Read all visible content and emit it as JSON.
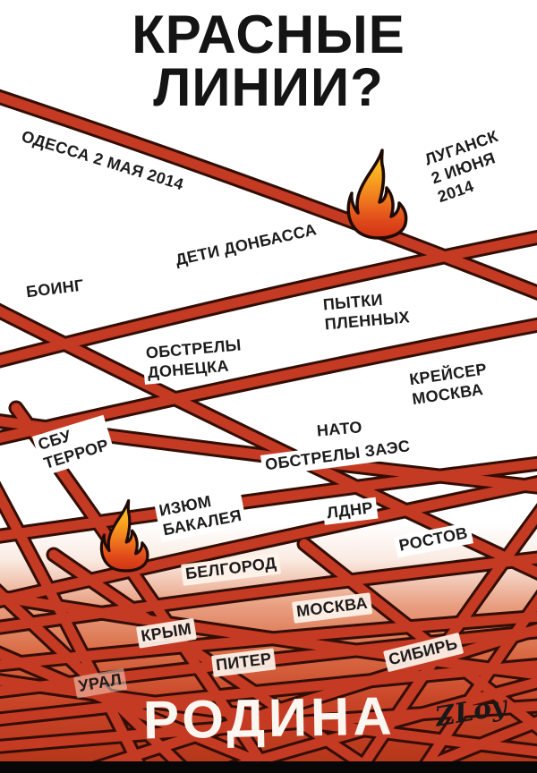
{
  "poster": {
    "title_line1": "КРАСНЫЕ",
    "title_line2": "ЛИНИИ?",
    "bottom_word": "РОДИНА",
    "signature": "ZLoy",
    "icons": [
      "flame-icon",
      "flame-icon"
    ],
    "colors": {
      "background": "#ffffff",
      "red_line": "#c43a22",
      "line_outline": "#330e05",
      "title_text": "#141414",
      "label_text": "#1c1c1c",
      "bottom_word_text": "#fcf6f1",
      "bottom_wash_deep": "#b23418",
      "flame_yellow": "#ffd42a",
      "flame_orange": "#f07a1e",
      "flame_red": "#cf3315",
      "bottom_bar": "#070707"
    },
    "labels": [
      {
        "id": "odessa",
        "text": "ОДЕССА 2 МАЯ 2014"
      },
      {
        "id": "luhansk",
        "text": "ЛУГАНСК\n2 ИЮНЯ\n2014"
      },
      {
        "id": "deti-donbassa",
        "text": "ДЕТИ ДОНБАССА"
      },
      {
        "id": "boeing",
        "text": "БОИНГ"
      },
      {
        "id": "pytki-plennykh",
        "text": "ПЫТКИ\nПЛЕННЫХ"
      },
      {
        "id": "obstrely-donetska",
        "text": "ОБСТРЕЛЫ\nДОНЕЦКА"
      },
      {
        "id": "kreyser-moskva",
        "text": "КРЕЙСЕР\nМОСКВА"
      },
      {
        "id": "nato",
        "text": "НАТО"
      },
      {
        "id": "sbu-terror",
        "text": "СБУ\nТЕРРОР"
      },
      {
        "id": "obstrely-zaes",
        "text": "ОБСТРЕЛЫ ЗАЭС"
      },
      {
        "id": "izyum-bakaleya",
        "text": "ИЗЮМ\nБАКАЛЕЯ"
      },
      {
        "id": "ldnr",
        "text": "ЛДНР"
      },
      {
        "id": "rostov",
        "text": "РОСТОВ"
      },
      {
        "id": "belgorod",
        "text": "БЕЛГОРОД"
      },
      {
        "id": "moskva",
        "text": "МОСКВА"
      },
      {
        "id": "krym",
        "text": "КРЫМ"
      },
      {
        "id": "piter",
        "text": "ПИТЕР"
      },
      {
        "id": "sibir",
        "text": "СИБИРЬ"
      },
      {
        "id": "ural",
        "text": "УРАЛ"
      }
    ]
  }
}
